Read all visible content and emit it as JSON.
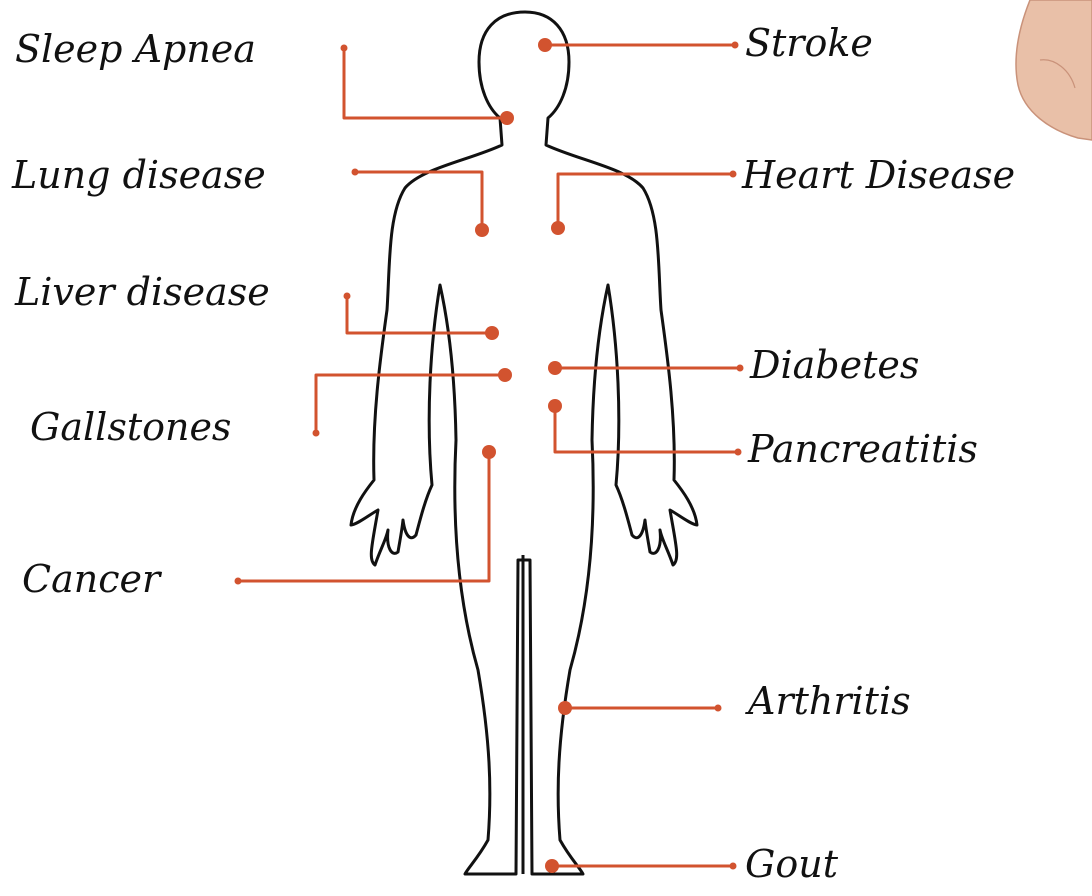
{
  "accent_color": "#d2532f",
  "outline_color": "#111111",
  "labels": {
    "sleep_apnea": "Sleep Apnea",
    "lung_disease": "Lung disease",
    "liver_disease": "Liver disease",
    "gallstones": "Gallstones",
    "cancer": "Cancer",
    "stroke": "Stroke",
    "heart_disease": "Heart Disease",
    "diabetes": "Diabetes",
    "pancreatitis": "Pancreatitis",
    "arthritis": "Arthritis",
    "gout": "Gout"
  },
  "icons": {
    "hand": "hand-icon",
    "figure": "human-body-outline"
  }
}
